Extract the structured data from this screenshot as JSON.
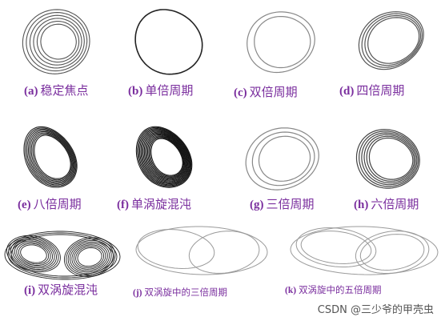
{
  "panels": [
    {
      "tag": "(a)",
      "label": "稳定焦点"
    },
    {
      "tag": "(b)",
      "label": "单倍周期"
    },
    {
      "tag": "(c)",
      "label": "双倍周期"
    },
    {
      "tag": "(d)",
      "label": "四倍周期"
    },
    {
      "tag": "(e)",
      "label": "八倍周期"
    },
    {
      "tag": "(f)",
      "label": "单涡旋混沌"
    },
    {
      "tag": "(g)",
      "label": "三倍周期"
    },
    {
      "tag": "(h)",
      "label": "六倍周期"
    },
    {
      "tag": "(i)",
      "label": "双涡旋混沌"
    },
    {
      "tag": "(j)",
      "label": "双涡旋中的三倍周期"
    },
    {
      "tag": "(k)",
      "label": "双涡旋中的五倍周期"
    }
  ],
  "watermark": "CSDN @三少爷的甲壳虫",
  "colors": {
    "caption": "#7a2e9e",
    "stroke": "#333333",
    "stroke_light": "#9a9a9a"
  }
}
